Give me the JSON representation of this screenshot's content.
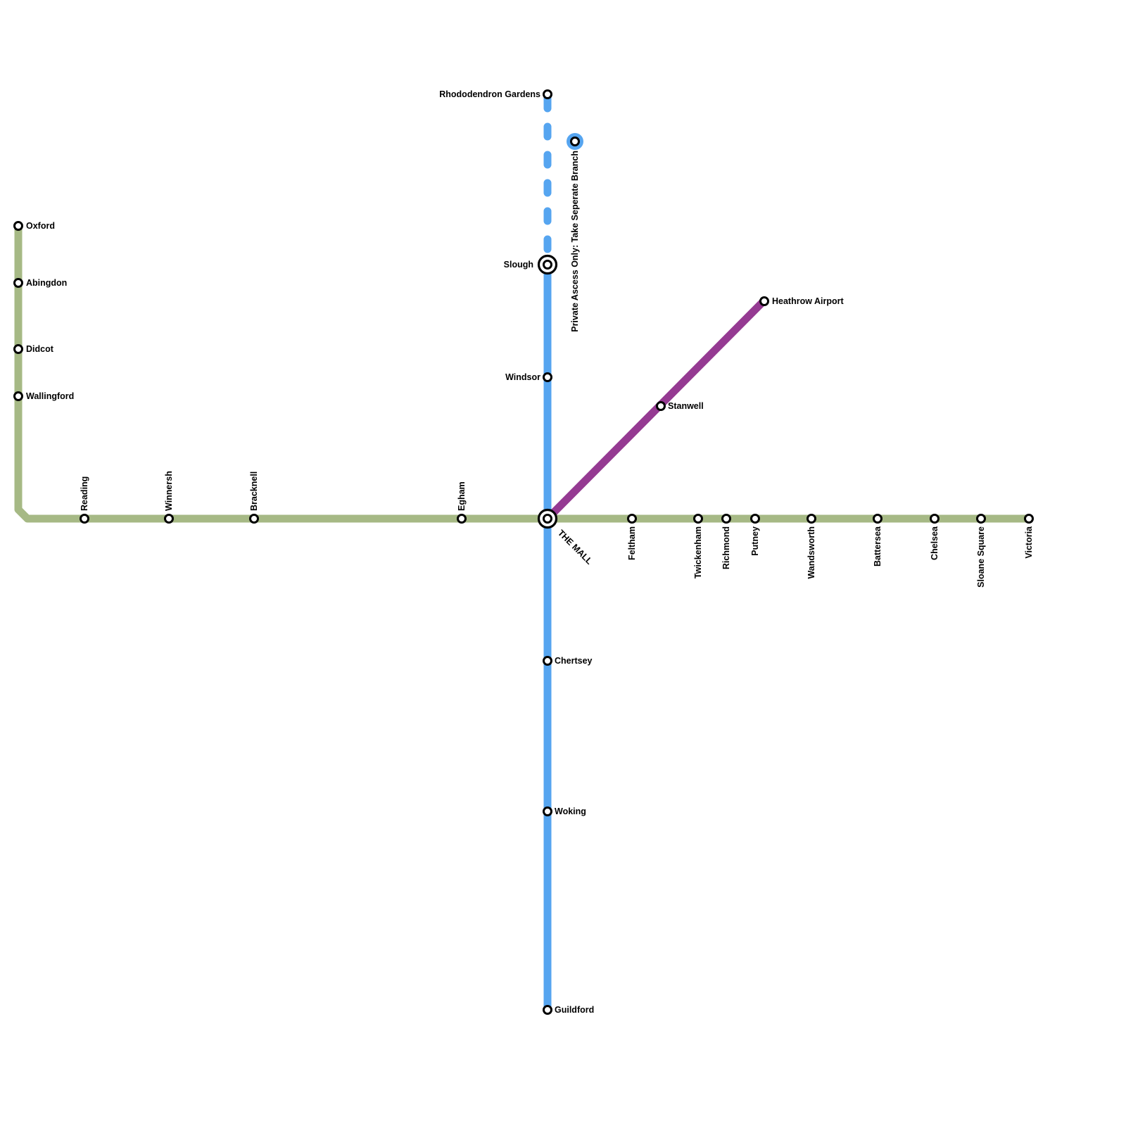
{
  "lines": {
    "green": {
      "color": "#a6b985"
    },
    "blue": {
      "color": "#56a5f0"
    },
    "purple": {
      "color": "#953a92"
    }
  },
  "stations": {
    "oxford": "Oxford",
    "abingdon": "Abingdon",
    "didcot": "Didcot",
    "wallingford": "Wallingford",
    "reading": "Reading",
    "winnersh": "Winnersh",
    "bracknell": "Bracknell",
    "egham": "Egham",
    "the_mall": "THE MALL",
    "feltham": "Feltham",
    "twickenham": "Twickenham",
    "richmond": "Richmond",
    "putney": "Putney",
    "wandsworth": "Wandsworth",
    "battersea": "Battersea",
    "chelsea": "Chelsea",
    "sloane_square": "Sloane Square",
    "victoria": "Victoria",
    "rhododendron_gardens": "Rhododendron Gardens",
    "slough": "Slough",
    "windsor": "Windsor",
    "chertsey": "Chertsey",
    "woking": "Woking",
    "guildford": "Guildford",
    "stanwell": "Stanwell",
    "heathrow_airport": "Heathrow Airport"
  },
  "notes": {
    "private_branch": "Private Ascess Only: Take Seperate Branch"
  }
}
